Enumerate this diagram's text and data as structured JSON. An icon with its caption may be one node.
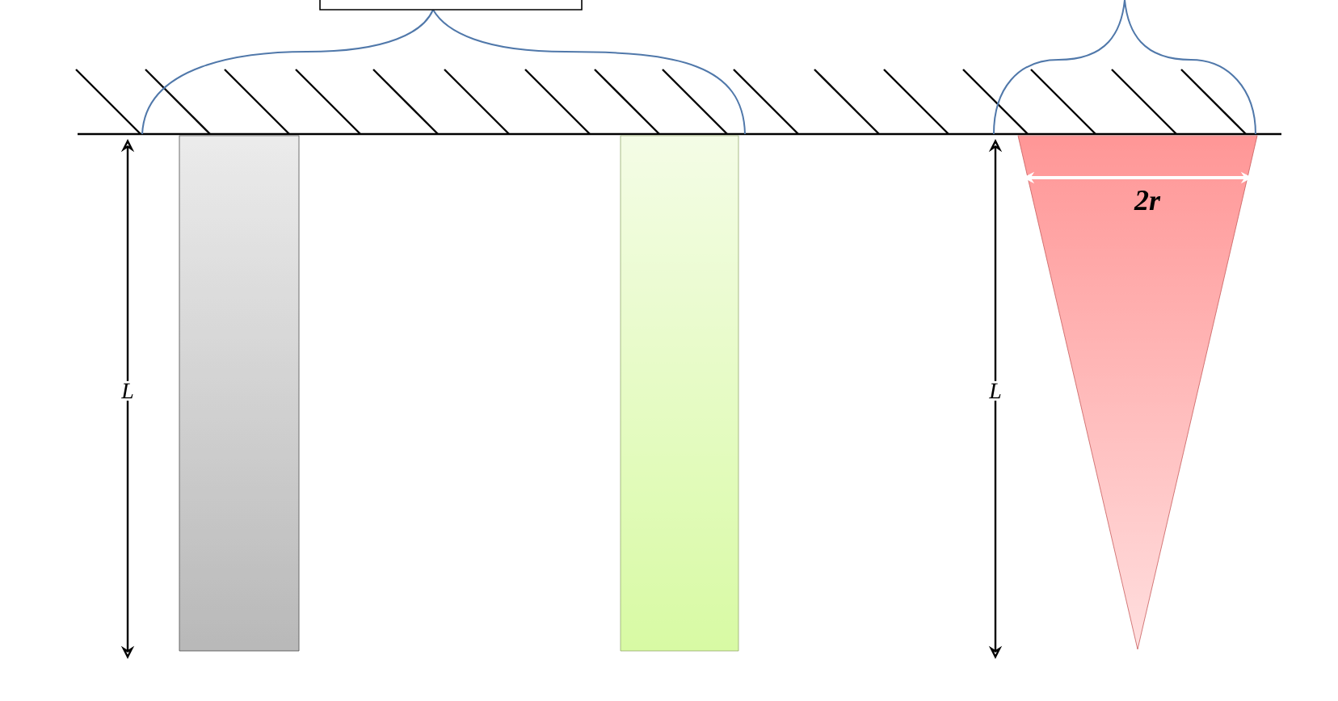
{
  "diagram": {
    "labels": [
      "L",
      "L",
      "2r"
    ]
  }
}
